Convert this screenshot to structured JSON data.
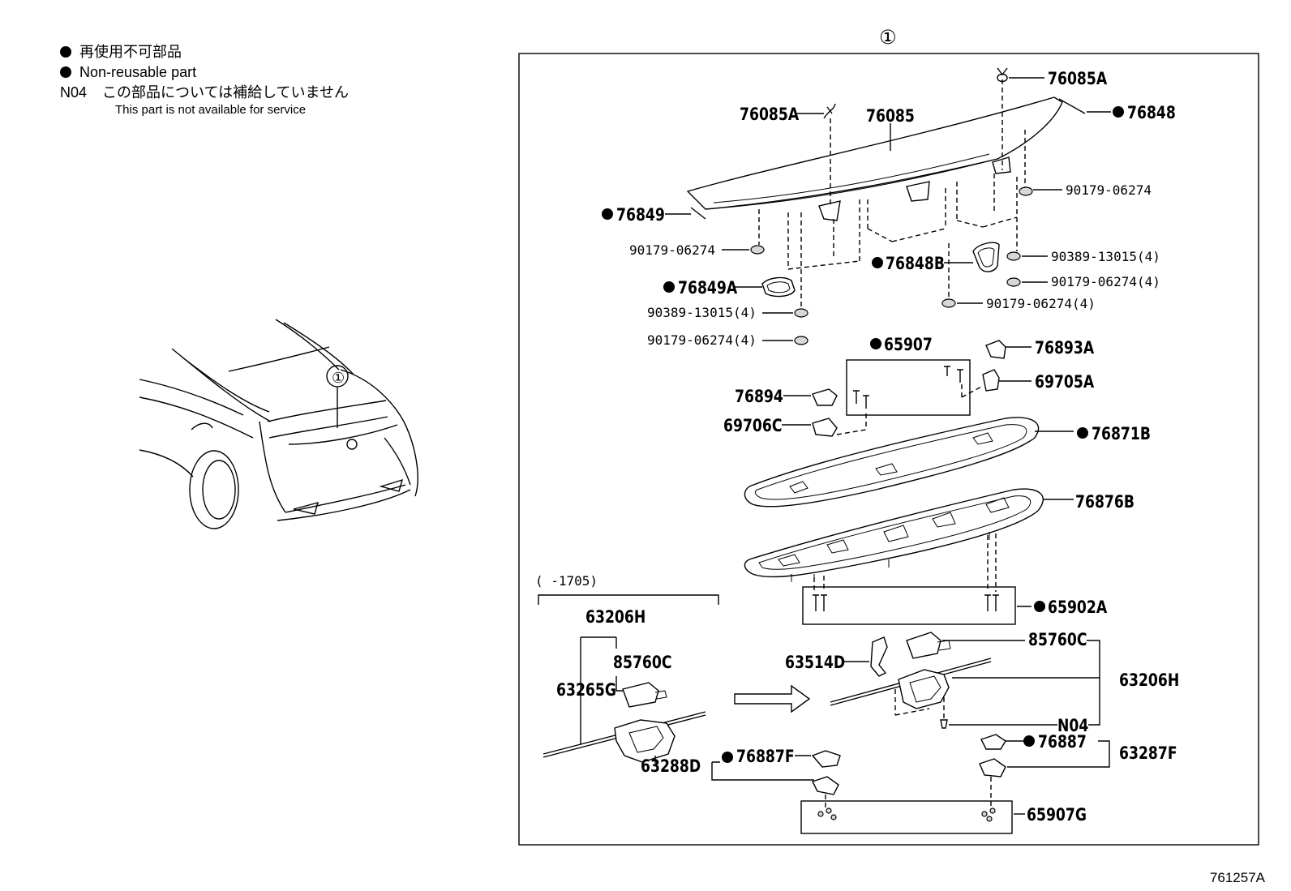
{
  "legend": {
    "jp_nonreusable": "再使用不可部品",
    "en_nonreusable": "Non-reusable part",
    "n04_code": "N04",
    "n04_jp": "この部品については補給していません",
    "n04_en": "This part is not available for service"
  },
  "callout": "①",
  "range_label": "(     -1705)",
  "reference": "761257A",
  "labels": {
    "p76085A_left": "76085A",
    "p76085": "76085",
    "p76085A_top": "76085A",
    "p76848": "76848",
    "p90179_r1": "90179-06274",
    "p76849": "76849",
    "p90179_l1": "90179-06274",
    "p76848B": "76848B",
    "p90389_r": "90389-13015(4)",
    "p90179_r2": "90179-06274(4)",
    "p90179_c": "90179-06274(4)",
    "p76849A": "76849A",
    "p90389_l": "90389-13015(4)",
    "p90179_l2": "90179-06274(4)",
    "p65907": "65907",
    "p76893A": "76893A",
    "p69705A": "69705A",
    "p76894": "76894",
    "p69706C": "69706C",
    "p76871B": "76871B",
    "p76876B": "76876B",
    "p65902A": "65902A",
    "p63206H_l": "63206H",
    "p85760C_l": "85760C",
    "p63265G": "63265G",
    "p63288D": "63288D",
    "p76887F": "76887F",
    "p85760C_r": "85760C",
    "p63514D": "63514D",
    "p63206H_r": "63206H",
    "pN04": "N04",
    "p76887": "76887",
    "p63287F": "63287F",
    "p65907G": "65907G"
  }
}
